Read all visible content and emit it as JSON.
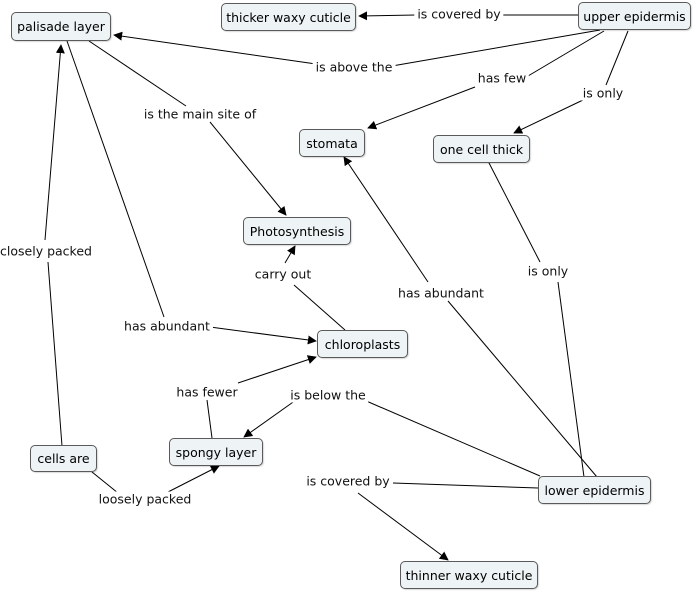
{
  "colors": {
    "node_fill": "#eef3f5",
    "node_border": "#5a5a5a",
    "line": "#000000"
  },
  "concepts": {
    "palisade_layer": "palisade layer",
    "thicker_waxy_cuticle": "thicker waxy cuticle",
    "upper_epidermis": "upper epidermis",
    "stomata": "stomata",
    "one_cell_thick": "one cell thick",
    "photosynthesis": "Photosynthesis",
    "chloroplasts": "chloroplasts",
    "cells_are": "cells are",
    "spongy_layer": "spongy layer",
    "lower_epidermis": "lower epidermis",
    "thinner_waxy_cuticle": "thinner waxy cuticle"
  },
  "links": {
    "is_covered_by_upper": "is covered by",
    "is_above_the": "is above the",
    "has_few": "has few",
    "is_only_upper": "is  only",
    "is_main_site_of": "is the main site of",
    "closely_packed": "closely packed",
    "carry_out": "carry out",
    "has_abundant_stomata": "has abundant",
    "is_only_lower": "is only",
    "has_abundant_chloro": "has abundant",
    "has_fewer": "has fewer",
    "is_below_the": "is below the",
    "is_covered_by_lower": "is covered by",
    "loosely_packed": "loosely packed"
  }
}
